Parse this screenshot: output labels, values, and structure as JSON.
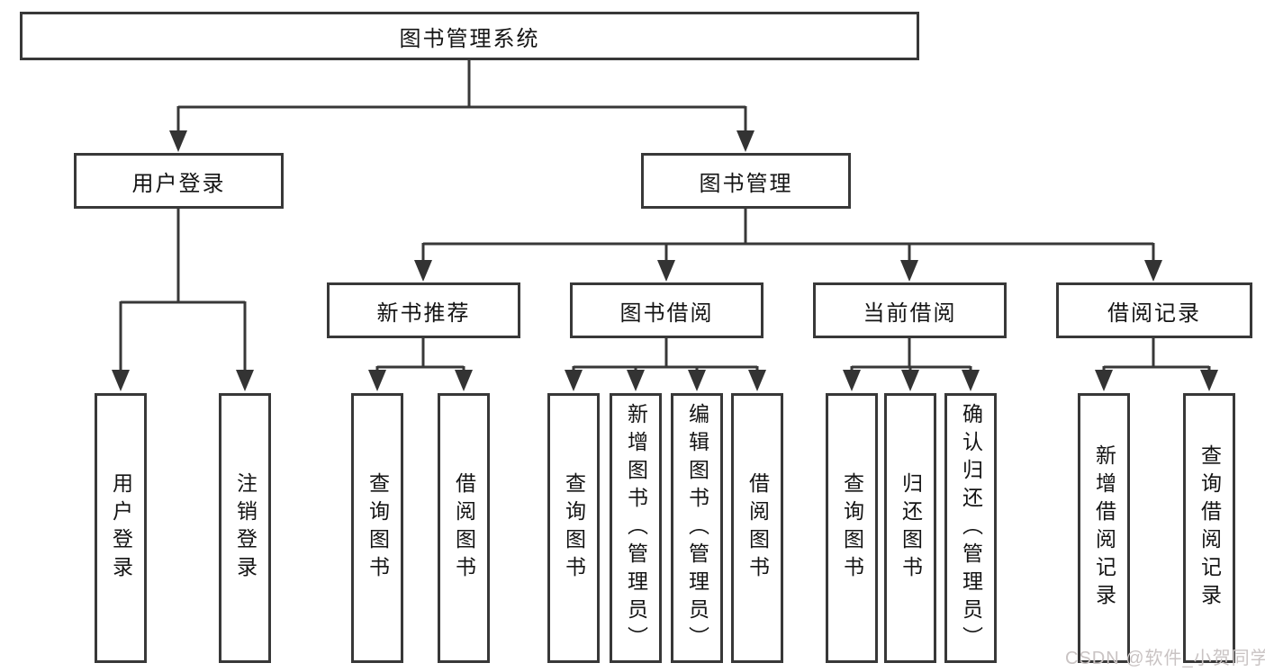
{
  "diagram": {
    "type": "hierarchy-tree",
    "root": {
      "label": "图书管理系统",
      "children": [
        {
          "label": "用户登录",
          "children": [
            {
              "label": "用户登录"
            },
            {
              "label": "注销登录"
            }
          ]
        },
        {
          "label": "图书管理",
          "children": [
            {
              "label": "新书推荐",
              "children": [
                {
                  "label": "查询图书"
                },
                {
                  "label": "借阅图书"
                }
              ]
            },
            {
              "label": "图书借阅",
              "children": [
                {
                  "label": "查询图书"
                },
                {
                  "label": "新增图书（管理员）"
                },
                {
                  "label": "编辑图书（管理员）"
                },
                {
                  "label": "借阅图书"
                }
              ]
            },
            {
              "label": "当前借阅",
              "children": [
                {
                  "label": "查询图书"
                },
                {
                  "label": "归还图书"
                },
                {
                  "label": "确认归还（管理员）"
                }
              ]
            },
            {
              "label": "借阅记录",
              "children": [
                {
                  "label": "新增借阅记录"
                },
                {
                  "label": "查询借阅记录"
                }
              ]
            }
          ]
        }
      ]
    },
    "colors": {
      "line": "#383838",
      "box_border": "#383838",
      "text": "#141414",
      "background": "#ffffff",
      "watermark": "#c9c3c3"
    }
  },
  "watermark": {
    "text": "CSDN @软件_小贺同学"
  }
}
